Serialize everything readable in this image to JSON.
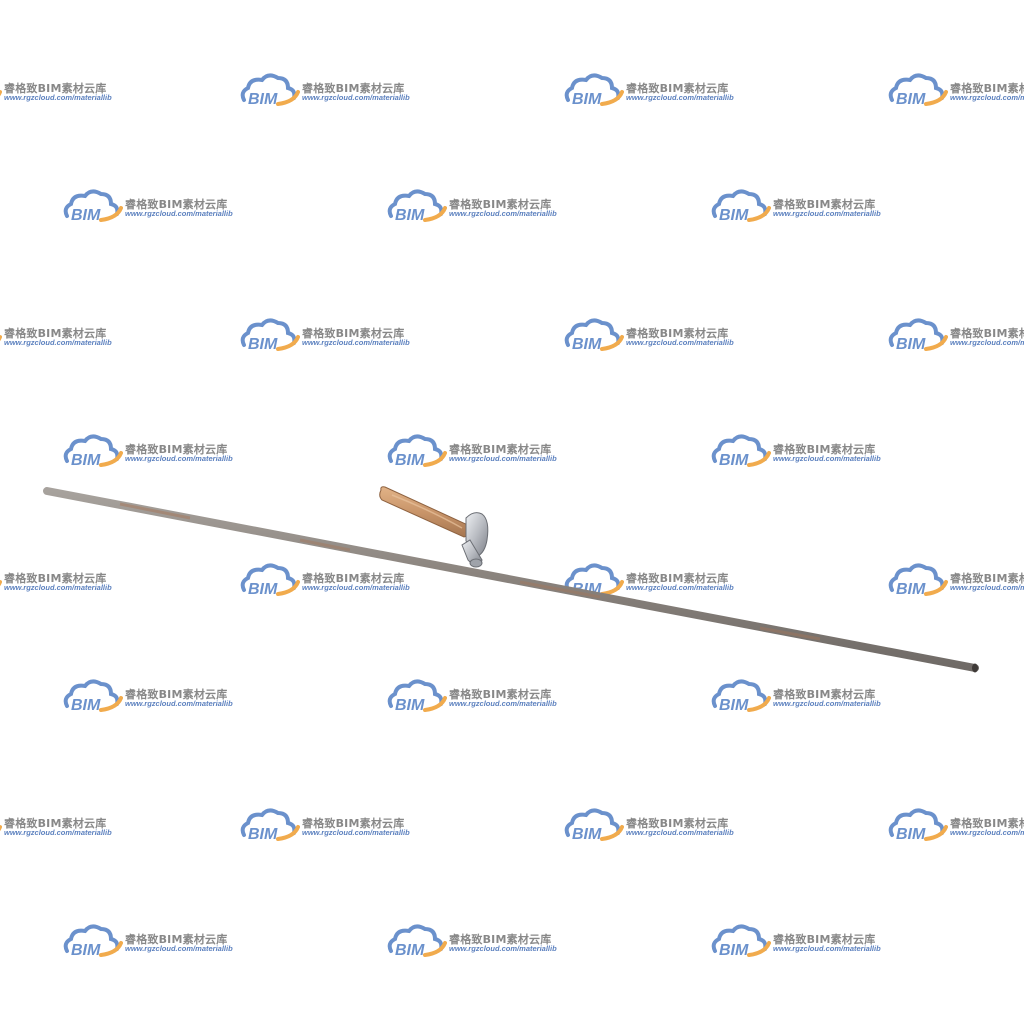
{
  "watermark": {
    "logo_text": "BIM",
    "title": "睿格致BIM素材云库",
    "url": "www.rgzcloud.com/materiallib",
    "colors": {
      "cloud": "#5b86c7",
      "swoosh": "#f0a23a",
      "title": "#7c7c7c",
      "url": "#4a73b8"
    }
  },
  "scene": {
    "objects": [
      {
        "name": "steel-rod",
        "description_icon": "rusty-steel-rod",
        "color": "#8a8683"
      },
      {
        "name": "claw-hammer",
        "description_icon": "hammer-icon",
        "handle_color": "#c9956a",
        "head_color": "#b9bcc2"
      }
    ]
  }
}
